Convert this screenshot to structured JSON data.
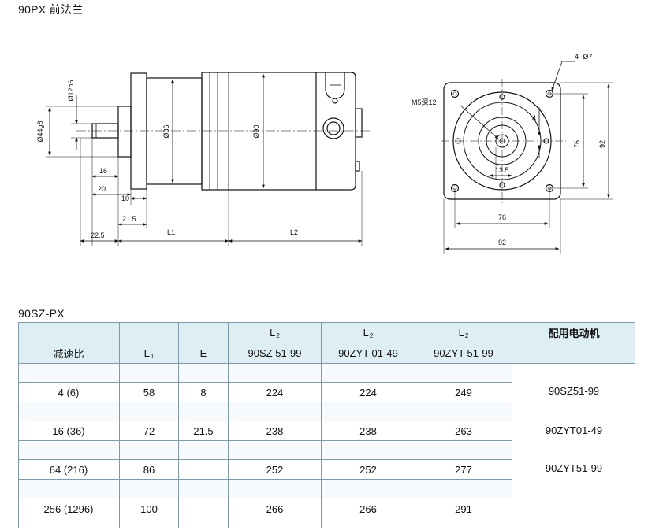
{
  "titles": {
    "top": "90PX  前法兰",
    "table": "90SZ-PX"
  },
  "drawing": {
    "side_view_labels": {
      "shaft_dia": "Ø12h6",
      "pilot_dia": "Ø44g8",
      "flange_dia": "Ø86",
      "body_dia": "Ø90",
      "dim_16": "16",
      "dim_20": "20",
      "dim_10": "10",
      "dim_21_5": "21.5",
      "dim_22_5": "22.5",
      "dim_L1": "L1",
      "dim_L2": "L2"
    },
    "front_view_labels": {
      "holes": "4- Ø7",
      "tapped_hole": "M5深12",
      "keyway": "4",
      "key_height": "13.5",
      "bolt_pitch_v": "76",
      "flange_v": "92",
      "bolt_pitch_h": "76",
      "flange_h": "92"
    }
  },
  "table": {
    "col_headers": [
      "减速比",
      "L",
      "E",
      "L",
      "L",
      "L",
      "配用电动机"
    ],
    "l1_sub": "1",
    "l2_sub": "2",
    "l2_models": [
      "90SZ  51-99",
      "90ZYT  01-49",
      "90ZYT  51-99"
    ],
    "rows": [
      {
        "ratio": "4  (6)",
        "l1": "58",
        "e": "8",
        "l2a": "224",
        "l2b": "224",
        "l2c": "249"
      },
      {
        "ratio": "16  (36)",
        "l1": "72",
        "e": "21.5",
        "l2a": "238",
        "l2b": "238",
        "l2c": "263"
      },
      {
        "ratio": "64  (216)",
        "l1": "86",
        "e": "",
        "l2a": "252",
        "l2b": "252",
        "l2c": "277"
      },
      {
        "ratio": "256  (1296)",
        "l1": "100",
        "e": "",
        "l2a": "266",
        "l2b": "266",
        "l2c": "291"
      }
    ],
    "motors": [
      "90SZ51-99",
      "90ZYT01-49",
      "90ZYT51-99"
    ]
  }
}
